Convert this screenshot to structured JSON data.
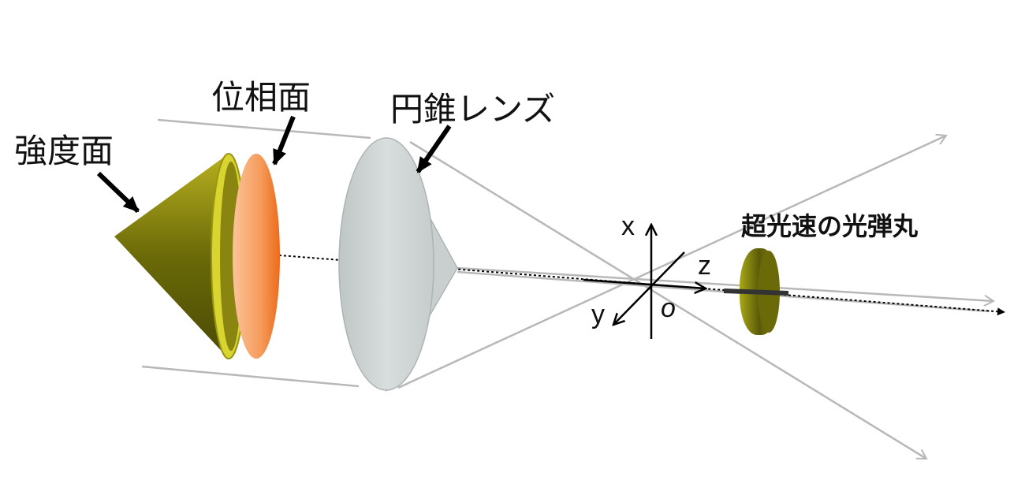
{
  "labels": {
    "intensity_surface": "強度面",
    "phase_surface": "位相面",
    "conical_lens": "円錐レンズ",
    "superluminal_bullet": "超光速の光弾丸"
  },
  "axes": {
    "x": "x",
    "y": "y",
    "z": "z",
    "origin": "o"
  },
  "colors": {
    "intensity": "#8a8a10",
    "phase": "#f59a5a",
    "lens": "#cdd3d3",
    "rays": "#b8b8b8"
  }
}
